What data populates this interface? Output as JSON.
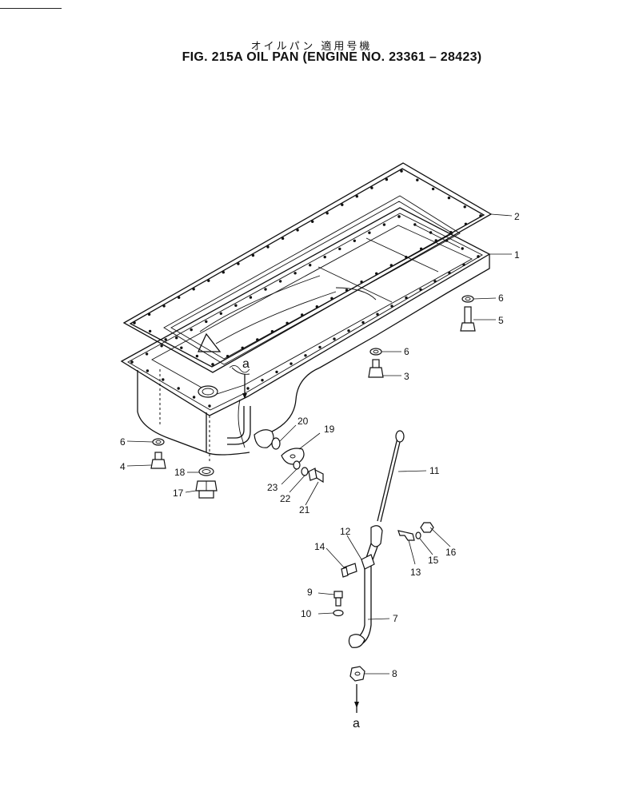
{
  "header": {
    "subtitle": "オイルパン 適用号機",
    "title": "FIG. 215A  OIL PAN (ENGINE NO. 23361 – 28423)"
  },
  "parts": {
    "p1": "1",
    "p2": "2",
    "p3": "3",
    "p4": "4",
    "p5": "5",
    "p6a": "6",
    "p6b": "6",
    "p6c": "6",
    "p7": "7",
    "p8": "8",
    "p9": "9",
    "p10": "10",
    "p11": "11",
    "p12": "12",
    "p13": "13",
    "p14": "14",
    "p15": "15",
    "p16": "16",
    "p17": "17",
    "p18": "18",
    "p19": "19",
    "p20": "20",
    "p21": "21",
    "p22": "22",
    "p23": "23"
  },
  "refs": {
    "a_top": "a",
    "a_bottom": "a"
  }
}
